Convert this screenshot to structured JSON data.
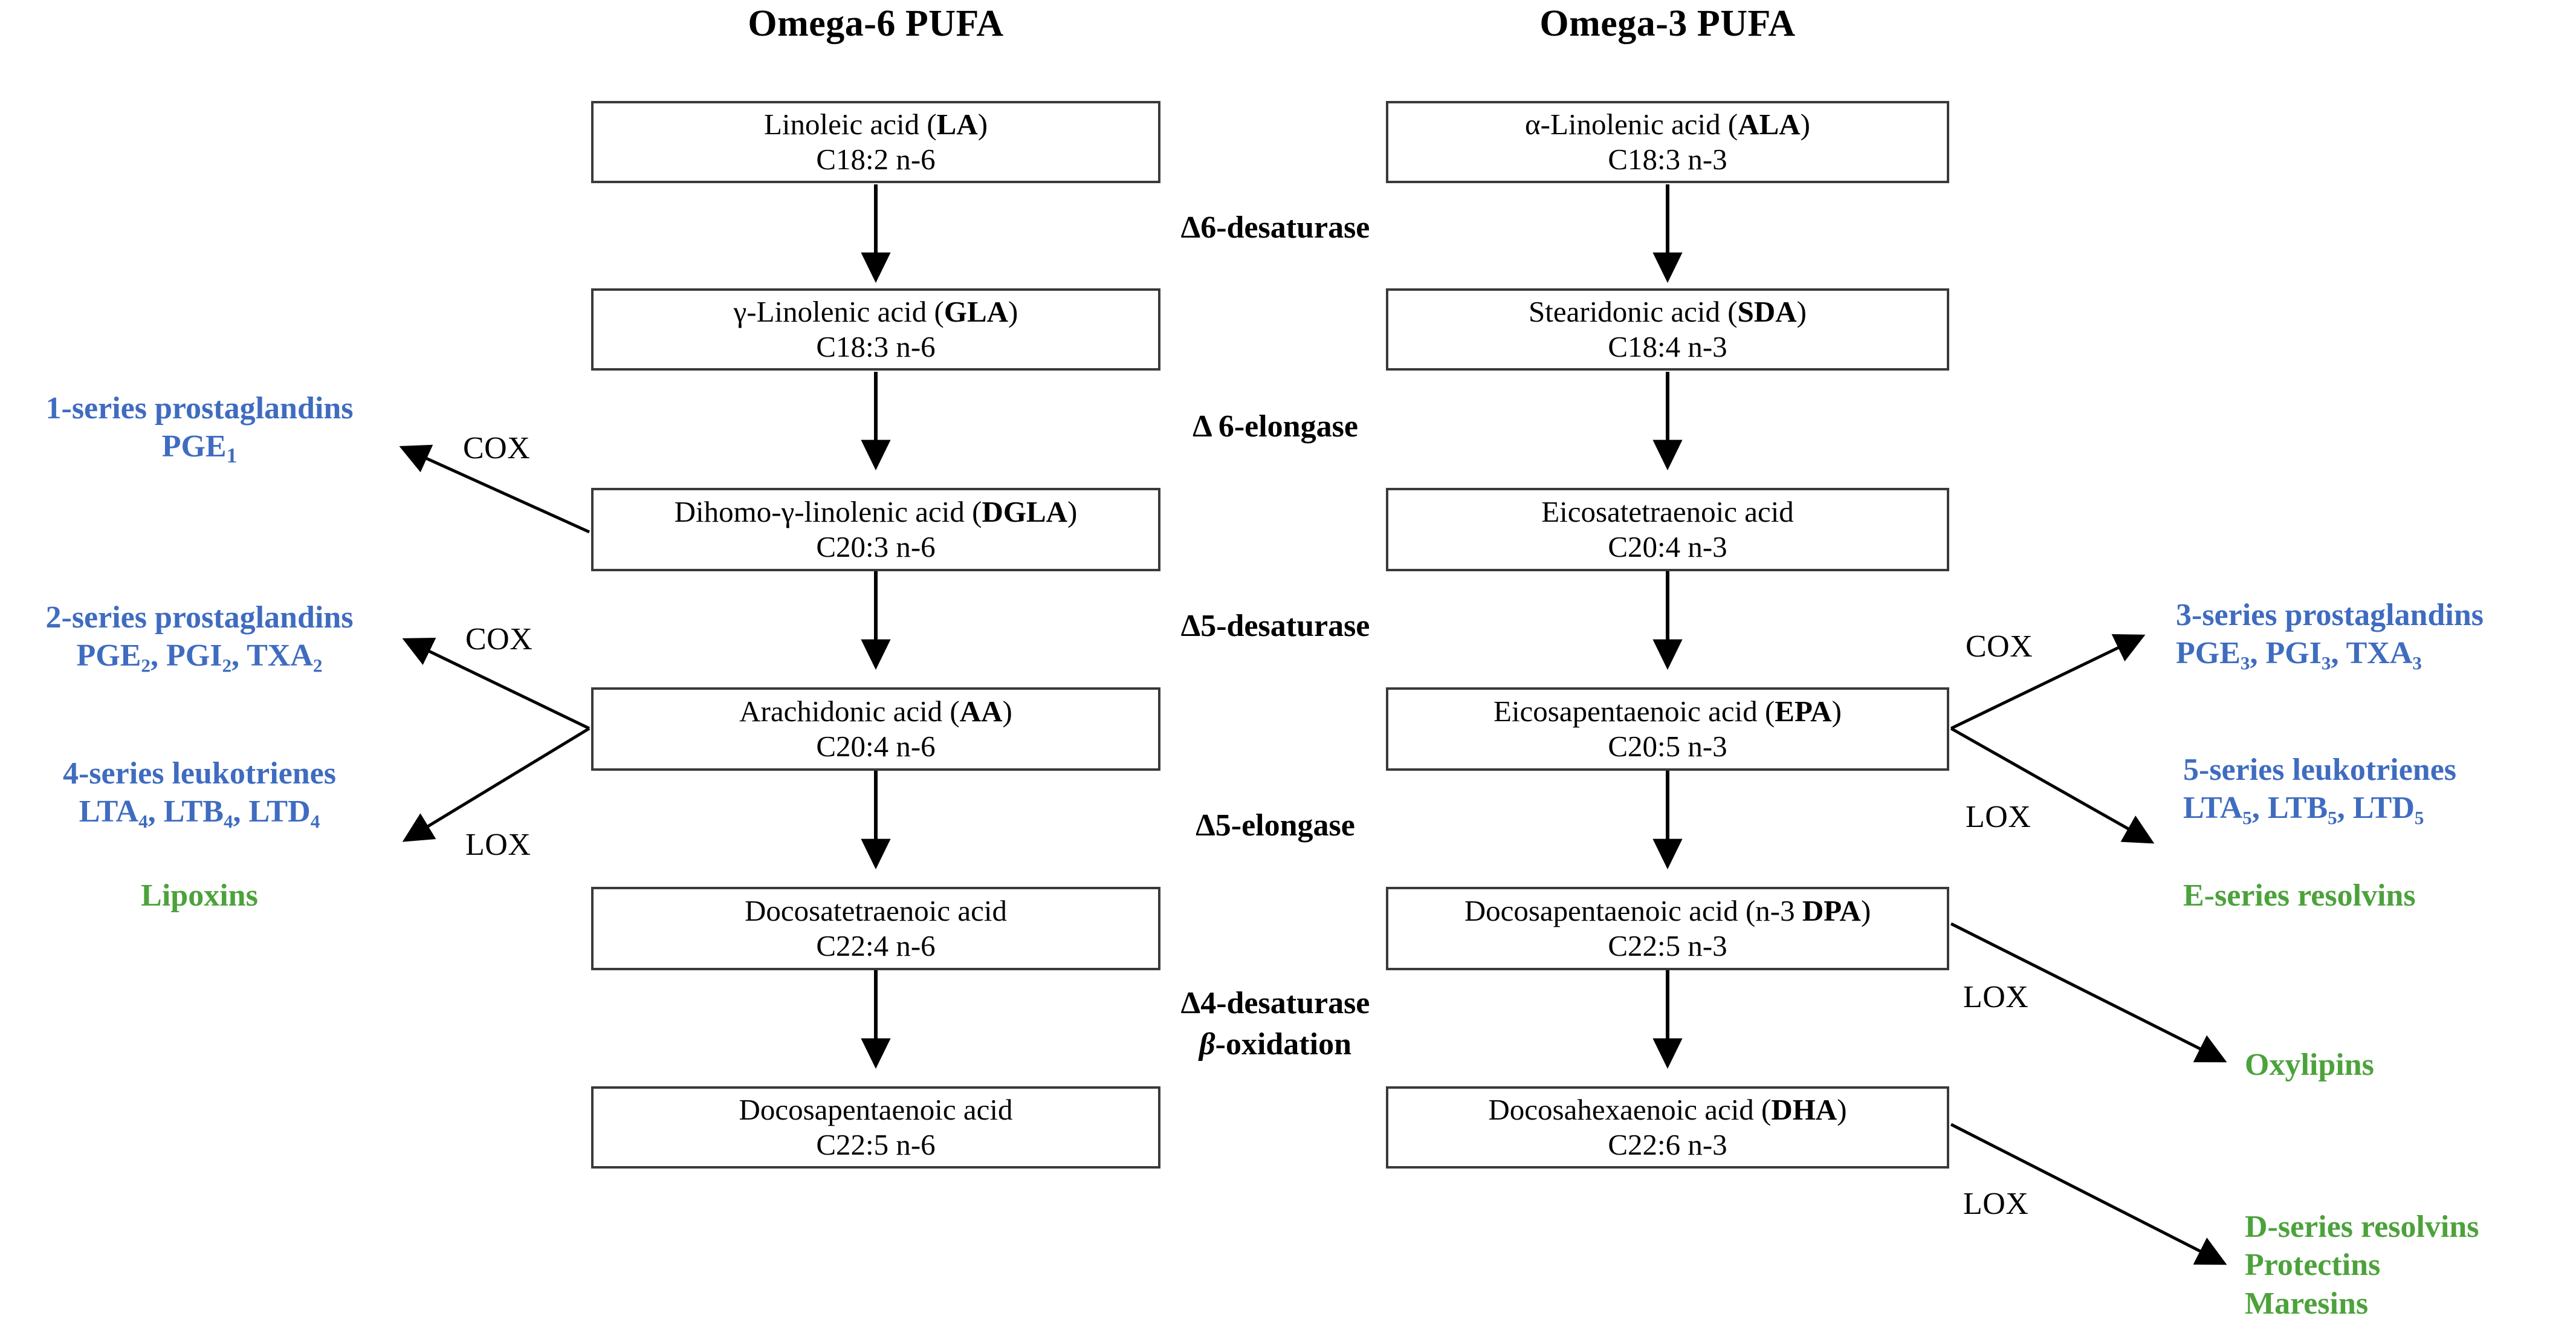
{
  "diagram": {
    "title": "Omega-6 and Omega-3 PUFA metabolic pathway",
    "colors": {
      "blue": "#3F6CC0",
      "green": "#4CA23B",
      "box_border": "#3A3A3A",
      "arrow": "#000000",
      "background": "#FFFFFF"
    }
  },
  "headers": {
    "omega6": "Omega-6 PUFA",
    "omega3": "Omega-3 PUFA"
  },
  "omega6_chain": [
    {
      "name": "Linoleic acid (LA)",
      "plain": "Linoleic acid (",
      "abbr": "LA",
      "tail": ")",
      "formula": "C18:2 n-6"
    },
    {
      "name": "γ-Linolenic acid (GLA)",
      "plain": "γ-Linolenic acid (",
      "abbr": "GLA",
      "tail": ")",
      "formula": "C18:3 n-6"
    },
    {
      "name": "Dihomo-γ-linolenic acid (DGLA)",
      "plain": "Dihomo-γ-linolenic acid (",
      "abbr": "DGLA",
      "tail": ")",
      "formula": "C20:3 n-6"
    },
    {
      "name": "Arachidonic acid (AA)",
      "plain": "Arachidonic acid (",
      "abbr": "AA",
      "tail": ")",
      "formula": "C20:4 n-6"
    },
    {
      "name": "Docosatetraenoic acid",
      "plain": "Docosatetraenoic acid",
      "abbr": "",
      "tail": "",
      "formula": "C22:4 n-6"
    },
    {
      "name": "Docosapentaenoic acid",
      "plain": "Docosapentaenoic acid",
      "abbr": "",
      "tail": "",
      "formula": "C22:5 n-6"
    }
  ],
  "omega3_chain": [
    {
      "name": "α-Linolenic acid (ALA)",
      "plain": "α-Linolenic acid (",
      "abbr": "ALA",
      "tail": ")",
      "formula": "C18:3 n-3"
    },
    {
      "name": "Stearidonic acid (SDA)",
      "plain": "Stearidonic acid (",
      "abbr": "SDA",
      "tail": ")",
      "formula": "C18:4 n-3"
    },
    {
      "name": "Eicosatetraenoic acid",
      "plain": "Eicosatetraenoic acid",
      "abbr": "",
      "tail": "",
      "formula": "C20:4 n-3"
    },
    {
      "name": "Eicosapentaenoic acid (EPA)",
      "plain": "Eicosapentaenoic acid (",
      "abbr": "EPA",
      "tail": ")",
      "formula": "C20:5 n-3"
    },
    {
      "name": "Docosapentaenoic acid (n-3 DPA)",
      "plain": "Docosapentaenoic acid (n-3 ",
      "abbr": "DPA",
      "tail": ")",
      "formula": "C22:5 n-3"
    },
    {
      "name": "Docosahexaenoic acid (DHA)",
      "plain": "Docosahexaenoic acid (",
      "abbr": "DHA",
      "tail": ")",
      "formula": "C22:6 n-3"
    }
  ],
  "enzymes": [
    {
      "label": "Δ6-desaturase"
    },
    {
      "label": "Δ 6-elongase"
    },
    {
      "label": "Δ5-desaturase"
    },
    {
      "label": "Δ5-elongase"
    },
    {
      "label": "Δ4-desaturase"
    },
    {
      "label": "β-oxidation",
      "italic_prefix": "β",
      "rest": "-oxidation"
    }
  ],
  "reaction_tags": {
    "cox_dgla": "COX",
    "cox_aa": "COX",
    "lox_aa": "LOX",
    "cox_epa": "COX",
    "lox_epa": "LOX",
    "lox_dpa": "LOX",
    "lox_dha": "LOX"
  },
  "left_products": [
    {
      "id": "one-series-prostaglandins",
      "color": "blue",
      "lines": [
        {
          "text": "1-series prostaglandins"
        },
        {
          "text": "PGE",
          "sub": "1"
        }
      ]
    },
    {
      "id": "two-series-prostaglandins",
      "color": "blue",
      "lines": [
        {
          "text": "2-series prostaglandins"
        },
        {
          "text": "PGE₂, PGI₂, TXA₂"
        }
      ]
    },
    {
      "id": "four-series-leukotrienes",
      "color": "blue",
      "lines": [
        {
          "text": "4-series leukotrienes"
        },
        {
          "text": "LTA₄, LTB₄, LTD₄"
        }
      ]
    },
    {
      "id": "lipoxins",
      "color": "green",
      "lines": [
        {
          "text": "Lipoxins"
        }
      ]
    }
  ],
  "right_products": [
    {
      "id": "three-series-prostaglandins",
      "color": "blue",
      "lines": [
        {
          "text": "3-series prostaglandins"
        },
        {
          "text": "PGE₃, PGI₃, TXA₃"
        }
      ]
    },
    {
      "id": "five-series-leukotrienes",
      "color": "blue",
      "lines": [
        {
          "text": "5-series leukotrienes"
        },
        {
          "text": "LTA₅, LTB₅, LTD₅"
        }
      ]
    },
    {
      "id": "e-series-resolvins",
      "color": "green",
      "lines": [
        {
          "text": "E-series resolvins"
        }
      ]
    },
    {
      "id": "oxylipins",
      "color": "green",
      "lines": [
        {
          "text": "Oxylipins"
        }
      ]
    },
    {
      "id": "d-series-resolvins",
      "color": "green",
      "lines": [
        {
          "text": "D-series resolvins"
        },
        {
          "text": "Protectins"
        },
        {
          "text": "Maresins"
        }
      ]
    }
  ]
}
